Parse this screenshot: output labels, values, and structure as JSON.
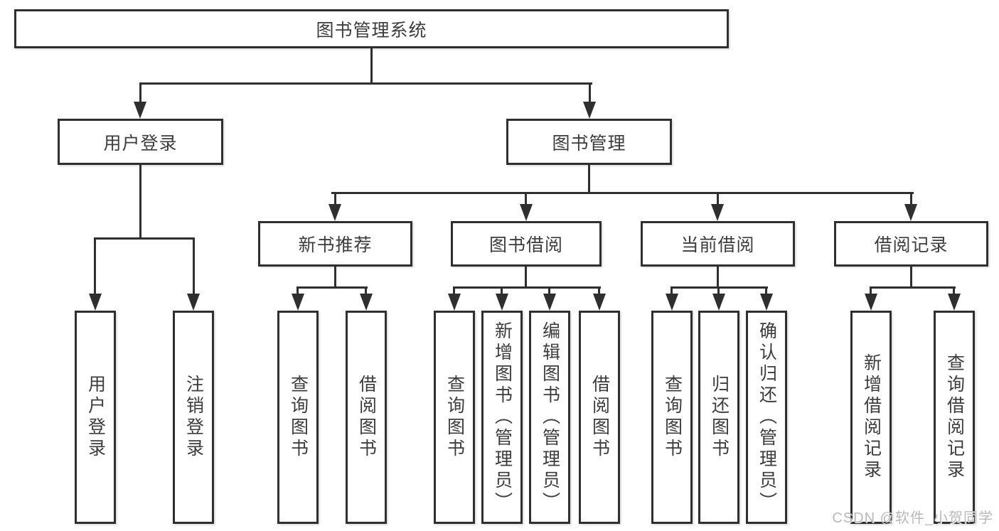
{
  "tree": {
    "root": {
      "label": "图书管理系统",
      "children": [
        {
          "label": "用户登录",
          "children": [
            {
              "label": "用户登录"
            },
            {
              "label": "注销登录"
            }
          ]
        },
        {
          "label": "图书管理",
          "children": [
            {
              "label": "新书推荐",
              "children": [
                {
                  "label": "查询图书"
                },
                {
                  "label": "借阅图书"
                }
              ]
            },
            {
              "label": "图书借阅",
              "children": [
                {
                  "label": "查询图书"
                },
                {
                  "label": "新增图书（管理员）"
                },
                {
                  "label": "编辑图书（管理员）"
                },
                {
                  "label": "借阅图书"
                }
              ]
            },
            {
              "label": "当前借阅",
              "children": [
                {
                  "label": "查询图书"
                },
                {
                  "label": "归还图书"
                },
                {
                  "label": "确认归还（管理员）"
                }
              ]
            },
            {
              "label": "借阅记录",
              "children": [
                {
                  "label": "新增借阅记录"
                },
                {
                  "label": "查询借阅记录"
                }
              ]
            }
          ]
        }
      ]
    }
  },
  "watermark": {
    "text": "CSDN @软件_小贺同学"
  },
  "colors": {
    "line": "#2f2f2f",
    "text": "#3c3c3c",
    "watermark": "#b8b8b8",
    "bg": "#ffffff"
  }
}
